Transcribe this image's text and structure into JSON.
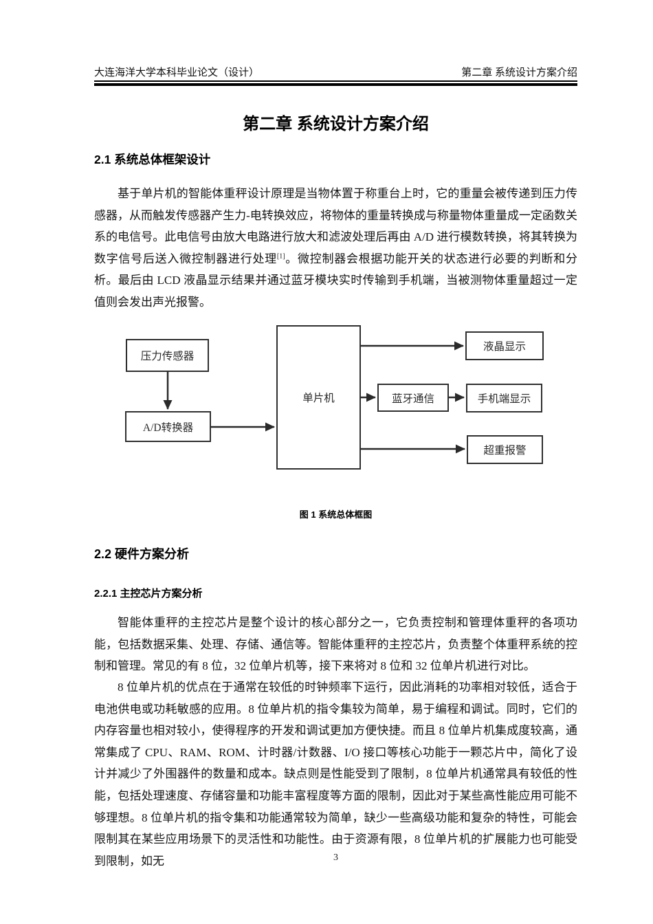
{
  "header": {
    "left": "大连海洋大学本科毕业论文（设计）",
    "right": "第二章 系统设计方案介绍"
  },
  "chapter": {
    "title": "第二章 系统设计方案介绍"
  },
  "sections": {
    "s2_1": {
      "heading": "2.1 系统总体框架设计"
    },
    "s2_2": {
      "heading": "2.2 硬件方案分析"
    },
    "s2_2_1": {
      "heading": "2.2.1 主控芯片方案分析"
    }
  },
  "paragraphs": {
    "p1_before_ref": "基于单片机的智能体重秤设计原理是当物体置于称重台上时，它的重量会被传递到压力传感器，从而触发传感器产生力-电转换效应，将物体的重量转换成与称量物体重量成一定函数关系的电信号。此电信号由放大电路进行放大和滤波处理后再由 A/D 进行模数转换，将其转换为数字信号后送入微控制器进行处理",
    "p1_ref": "[1]",
    "p1_after_ref": "。微控制器会根据功能开关的状态进行必要的判断和分析。最后由 LCD 液晶显示结果并通过蓝牙模块实时传输到手机端，当被测物体重量超过一定值则会发出声光报警。",
    "p2": "智能体重秤的主控芯片是整个设计的核心部分之一，它负责控制和管理体重秤的各项功能，包括数据采集、处理、存储、通信等。智能体重秤的主控芯片，负责整个体重秤系统的控制和管理。常见的有 8 位，32 位单片机等，接下来将对 8 位和 32 位单片机进行对比。",
    "p3": "8 位单片机的优点在于通常在较低的时钟频率下运行，因此消耗的功率相对较低，适合于电池供电或功耗敏感的应用。8 位单片机的指令集较为简单，易于编程和调试。同时，它们的内存容量也相对较小，使得程序的开发和调试更加方便快捷。而且 8 位单片机集成度较高，通常集成了 CPU、RAM、ROM、计时器/计数器、I/O 接口等核心功能于一颗芯片中，简化了设计并减少了外围器件的数量和成本。缺点则是性能受到了限制，8 位单片机通常具有较低的性能，包括处理速度、存储容量和功能丰富程度等方面的限制，因此对于某些高性能应用可能不够理想。8 位单片机的指令集和功能通常较为简单，缺少一些高级功能和复杂的特性，可能会限制其在某些应用场景下的灵活性和功能性。由于资源有限，8 位单片机的扩展能力也可能受到限制，如无"
  },
  "figure": {
    "caption": "图 1 系统总体框图",
    "nodes": [
      {
        "id": "pressure-sensor",
        "label": "压力传感器"
      },
      {
        "id": "ad-converter",
        "label": "A/D转换器"
      },
      {
        "id": "mcu",
        "label": "单片机"
      },
      {
        "id": "lcd-display",
        "label": "液晶显示"
      },
      {
        "id": "bluetooth-comm",
        "label": "蓝牙通信"
      },
      {
        "id": "phone-display",
        "label": "手机端显示"
      },
      {
        "id": "overweight-alarm",
        "label": "超重报警"
      }
    ],
    "edges": [
      {
        "from": "压力传感器",
        "to": "A/D转换器"
      },
      {
        "from": "A/D转换器",
        "to": "单片机"
      },
      {
        "from": "单片机",
        "to": "液晶显示"
      },
      {
        "from": "单片机",
        "to": "蓝牙通信"
      },
      {
        "from": "蓝牙通信",
        "to": "手机端显示"
      },
      {
        "from": "单片机",
        "to": "超重报警"
      }
    ]
  },
  "footer": {
    "page_number": "3"
  },
  "colors": {
    "ink": "#1a1a1a",
    "diagram_line": "#2a2a2a",
    "paper": "#ffffff"
  }
}
